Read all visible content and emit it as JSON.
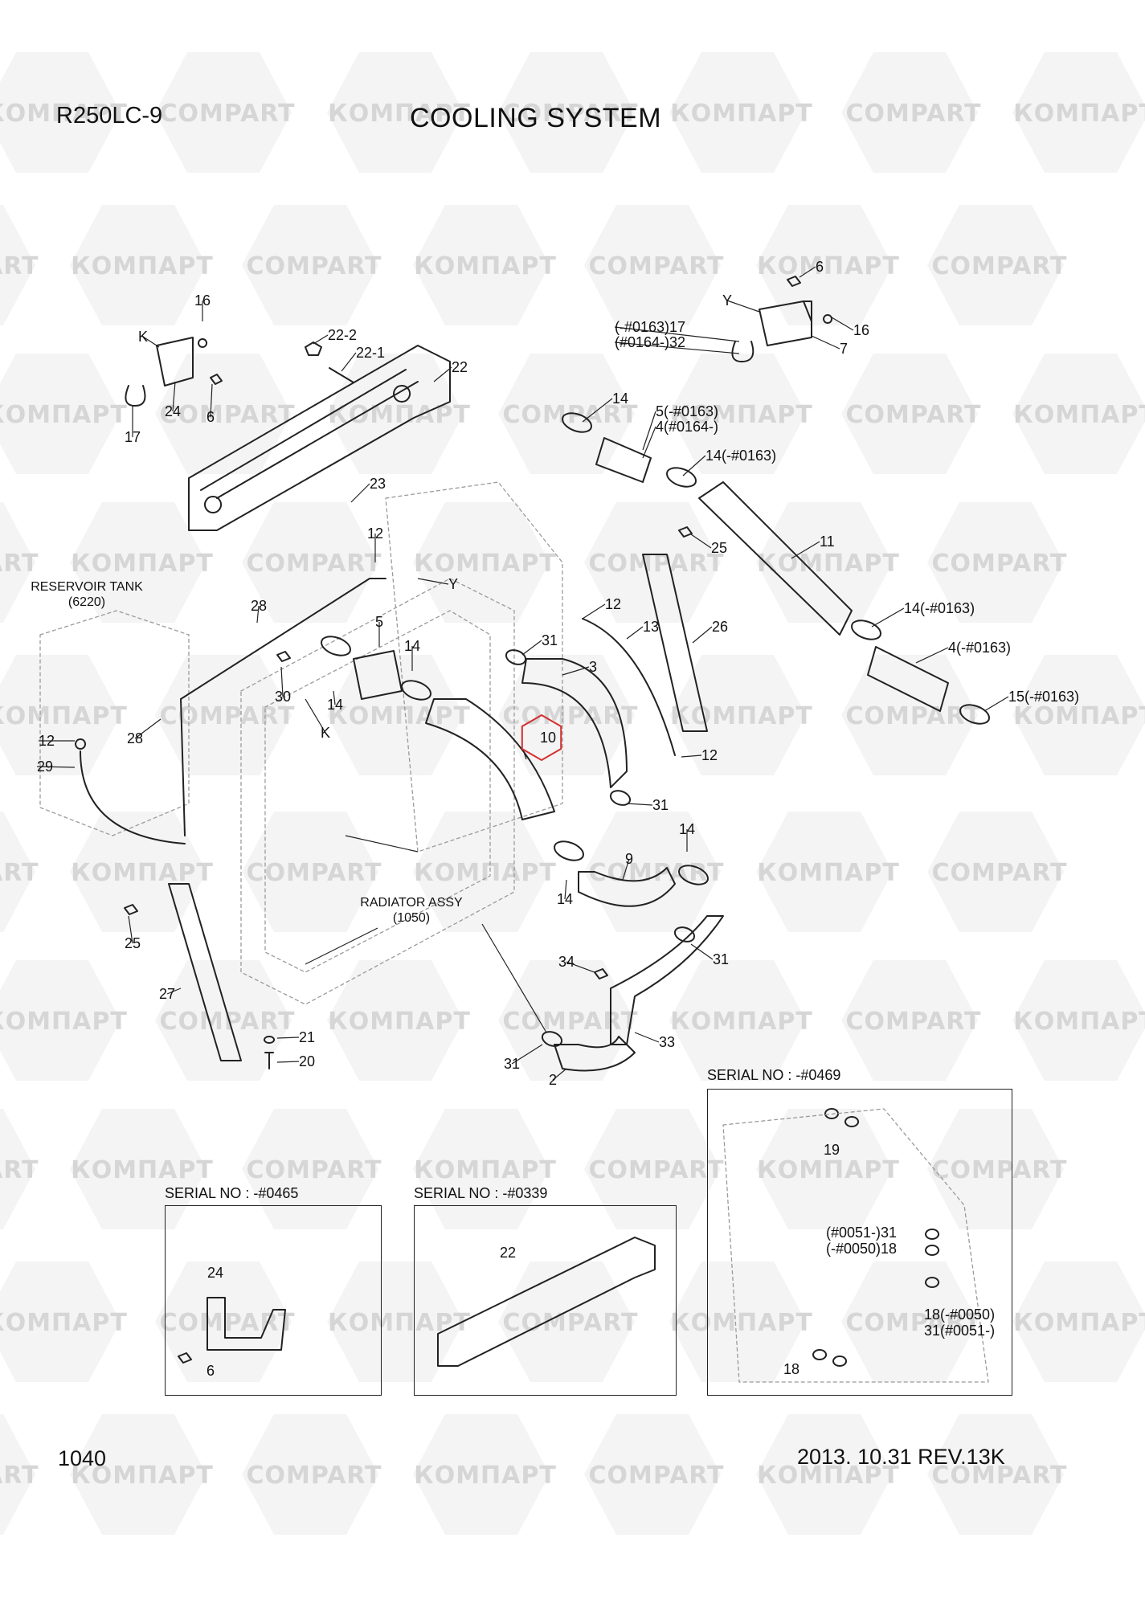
{
  "header": {
    "model": "R250LC-9",
    "title": "COOLING SYSTEM"
  },
  "footer": {
    "page_number": "1040",
    "revision": "2013. 10.31  REV.13K"
  },
  "watermark": {
    "text_a": "КОМПАРТ",
    "text_b": "COMPART",
    "color": "#d6d6d6"
  },
  "assemblies": {
    "reservoir_name": "RESERVOIR TANK",
    "reservoir_code": "(6220)",
    "radiator_name": "RADIATOR ASSY",
    "radiator_code": "(1050)"
  },
  "callouts": [
    "16",
    "K",
    "24",
    "6",
    "17",
    "22-2",
    "22-1",
    "22",
    "6",
    "Y",
    "16",
    "7",
    "(-#0163)17",
    "(#0164-)32",
    "14",
    "5(-#0163)",
    "4(#0164-)",
    "14(-#0163)",
    "23",
    "12",
    "11",
    "25",
    "Y",
    "12",
    "13",
    "26",
    "28",
    "31",
    "5",
    "14",
    "3",
    "14(-#0163)",
    "4(-#0163)",
    "15(-#0163)",
    "30",
    "14",
    "K",
    "12",
    "28",
    "29",
    "10",
    "12",
    "31",
    "14",
    "9",
    "14",
    "25",
    "27",
    "34",
    "31",
    "21",
    "20",
    "33",
    "31",
    "2"
  ],
  "highlighted_callout": "10",
  "highlight_color": "#d32f2f",
  "insets": [
    {
      "title": "SERIAL NO : -#0465",
      "callouts": [
        "24",
        "6"
      ]
    },
    {
      "title": "SERIAL NO : -#0339",
      "callouts": [
        "22"
      ]
    },
    {
      "title": "SERIAL NO : -#0469",
      "callouts": [
        "19",
        "(#0051-)31",
        "(-#0050)18",
        "18(-#0050)",
        "31(#0051-)",
        "18"
      ]
    }
  ]
}
